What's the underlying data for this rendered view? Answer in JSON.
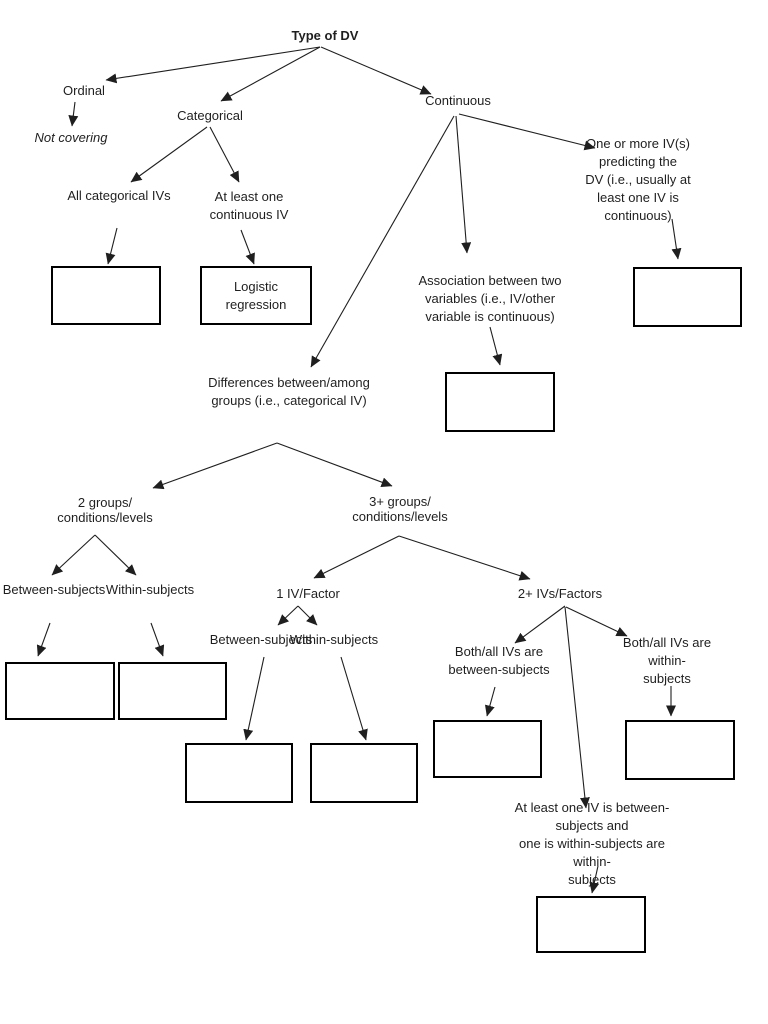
{
  "diagram": {
    "title": "Type of DV",
    "colors": {
      "background": "#ffffff",
      "text": "#1f1f1f",
      "line": "#1f1f1f",
      "box_border": "#000000"
    },
    "nodes": {
      "ordinal": "Ordinal",
      "not_covering": "Not covering",
      "categorical": "Categorical",
      "continuous": "Continuous",
      "all_categorical_ivs": "All categorical IVs",
      "at_least_one_continuous_iv": "At least one\ncontinuous IV",
      "one_or_more_ivs": "One or more IV(s) predicting the\nDV (i.e., usually at least one IV is\ncontinuous)",
      "association_two_variables": "Association between two\nvariables (i.e., IV/other\nvariable is continuous)",
      "differences_between_groups": "Differences between/among\ngroups (i.e., categorical IV)",
      "two_groups": "2 groups/\nconditions/levels",
      "three_plus_groups": "3+ groups/\nconditions/levels",
      "between_subjects_2groups": "Between-subjects",
      "within_subjects_2groups": "Within-subjects",
      "one_iv_factor": "1 IV/Factor",
      "two_plus_ivs_factors": "2+ IVs/Factors",
      "between_subjects_1iv": "Between-subjects",
      "within_subjects_1iv": "Within-subjects",
      "both_all_between_subjects": "Both/all IVs are\nbetween-subjects",
      "both_all_within_subjects": "Both/all IVs are within-\nsubjects",
      "mixed_ivs": "At least one IV is between-subjects and\none is within-subjects are within-\nsubjects",
      "logistic_regression": "Logistic\nregression"
    }
  }
}
